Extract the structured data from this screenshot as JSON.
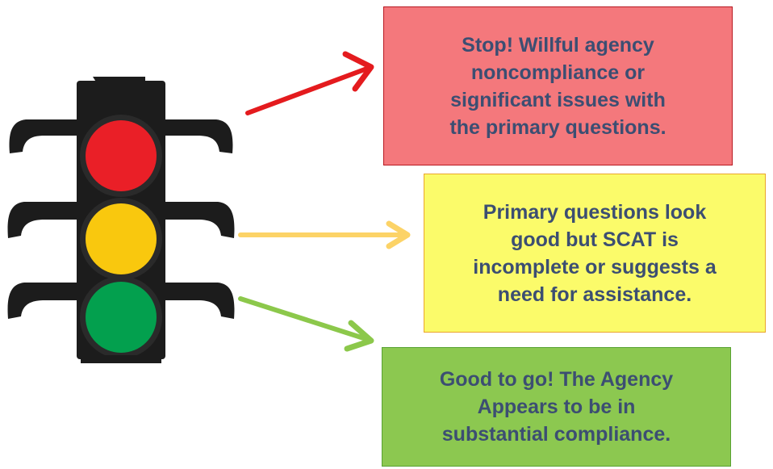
{
  "diagram": {
    "light_colors": {
      "red": "#ea1f27",
      "yellow": "#f9c80e",
      "green": "#03a04e",
      "housing": "#1c1c1c"
    },
    "arrow_colors": {
      "stop": "#e41b1e",
      "caution": "#fcd367",
      "go": "#8cc84b"
    },
    "boxes": [
      {
        "id": "stop",
        "text": "Stop!  Willful agency\nnoncompliance or\nsignificant issues with\nthe primary questions."
      },
      {
        "id": "caution",
        "text": "Primary questions look\ngood but SCAT is\nincomplete or suggests a\nneed for assistance."
      },
      {
        "id": "go",
        "text": "Good to go!  The Agency\nAppears to be in\nsubstantial compliance."
      }
    ]
  }
}
